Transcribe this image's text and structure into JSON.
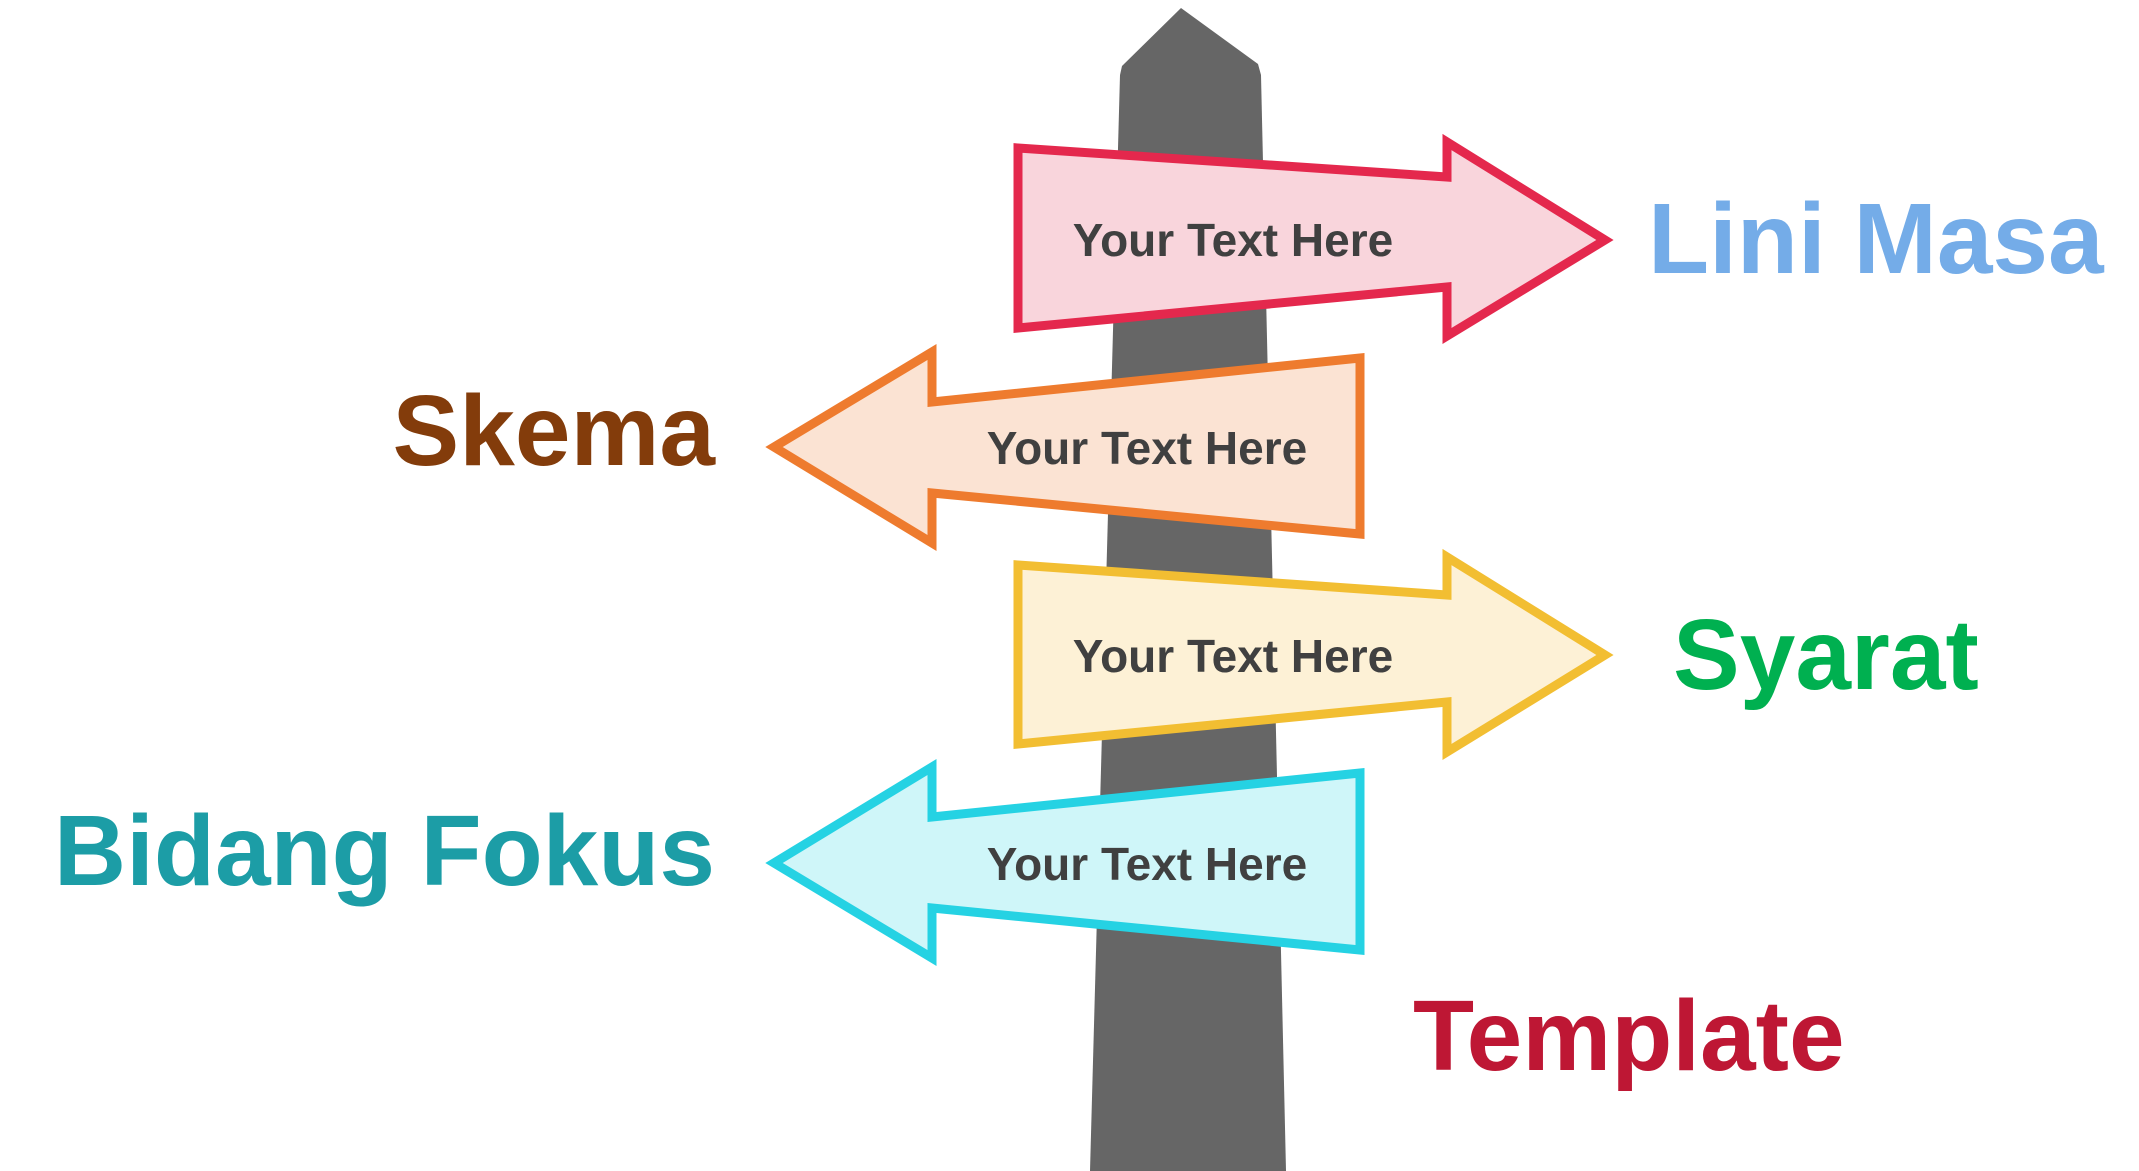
{
  "post": {
    "color": "#666666"
  },
  "signs": [
    {
      "text": "Your Text Here",
      "direction": "right",
      "stroke": "#E4284D",
      "fill": "#F9D5DC"
    },
    {
      "text": "Your Text Here",
      "direction": "left",
      "stroke": "#EE7B2E",
      "fill": "#FBE3D3"
    },
    {
      "text": "Your Text Here",
      "direction": "right",
      "stroke": "#F2BE32",
      "fill": "#FDF1D6"
    },
    {
      "text": "Your Text Here",
      "direction": "left",
      "stroke": "#25D2E3",
      "fill": "#CFF6F9"
    }
  ],
  "labels": [
    {
      "text": "Lini Masa",
      "color": "#74ACE8"
    },
    {
      "text": "Skema",
      "color": "#833C0B"
    },
    {
      "text": "Syarat",
      "color": "#00B050"
    },
    {
      "text": "Bidang Fokus",
      "color": "#1C9DA6"
    },
    {
      "text": "Template",
      "color": "#BE1734"
    }
  ]
}
